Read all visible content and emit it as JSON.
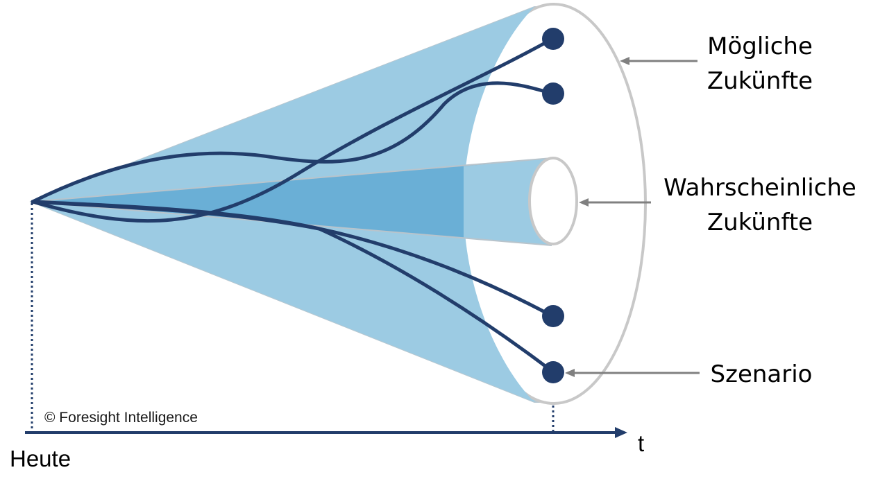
{
  "labels": {
    "possible_futures": [
      "Mögliche",
      "Zukünfte"
    ],
    "probable_futures": [
      "Wahrscheinliche",
      "Zukünfte"
    ],
    "scenario": "Szenario",
    "today": "Heute",
    "time_axis": "t",
    "copyright": "© Foresight Intelligence"
  },
  "colors": {
    "outer_cone": "#9ccbe3",
    "inner_cone": "#6aafd6",
    "ellipse_stroke": "#c8c8c8",
    "path_color": "#223d6b",
    "axis_color": "#223d6b",
    "arrow_gray": "#808080"
  }
}
